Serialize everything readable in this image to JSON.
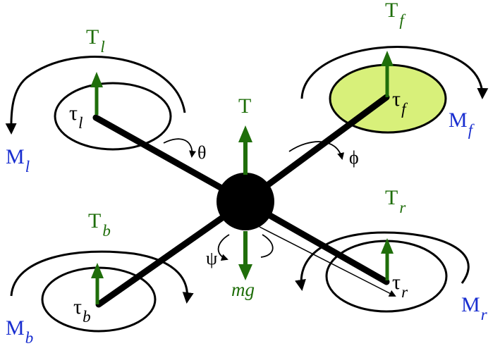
{
  "colors": {
    "thrust": "#1f6e0a",
    "moment": "#1a2fd0",
    "frame": "#000000",
    "front_rotor_fill": "#d8f07a",
    "rotor_fill": "#ffffff"
  },
  "icons": {
    "thrust_arrow": "arrow-up-icon",
    "weight_arrow": "arrow-down-icon",
    "moment_arrow": "curved-arrow-icon"
  },
  "rotors": [
    {
      "id": "left",
      "thrust": {
        "base": "T",
        "sub": "l"
      },
      "torque": {
        "base": "τ",
        "sub": "l"
      },
      "moment": {
        "base": "M",
        "sub": "l"
      }
    },
    {
      "id": "front",
      "thrust": {
        "base": "T",
        "sub": "f"
      },
      "torque": {
        "base": "τ",
        "sub": "f"
      },
      "moment": {
        "base": "M",
        "sub": "f"
      }
    },
    {
      "id": "back",
      "thrust": {
        "base": "T",
        "sub": "b"
      },
      "torque": {
        "base": "τ",
        "sub": "b"
      },
      "moment": {
        "base": "M",
        "sub": "b"
      }
    },
    {
      "id": "right",
      "thrust": {
        "base": "T",
        "sub": "r"
      },
      "torque": {
        "base": "τ",
        "sub": "r"
      },
      "moment": {
        "base": "M",
        "sub": "r"
      }
    }
  ],
  "body": {
    "total_thrust": "T",
    "weight": "mg"
  },
  "angles": {
    "pitch": "θ",
    "roll": "ϕ",
    "yaw": "ψ"
  }
}
